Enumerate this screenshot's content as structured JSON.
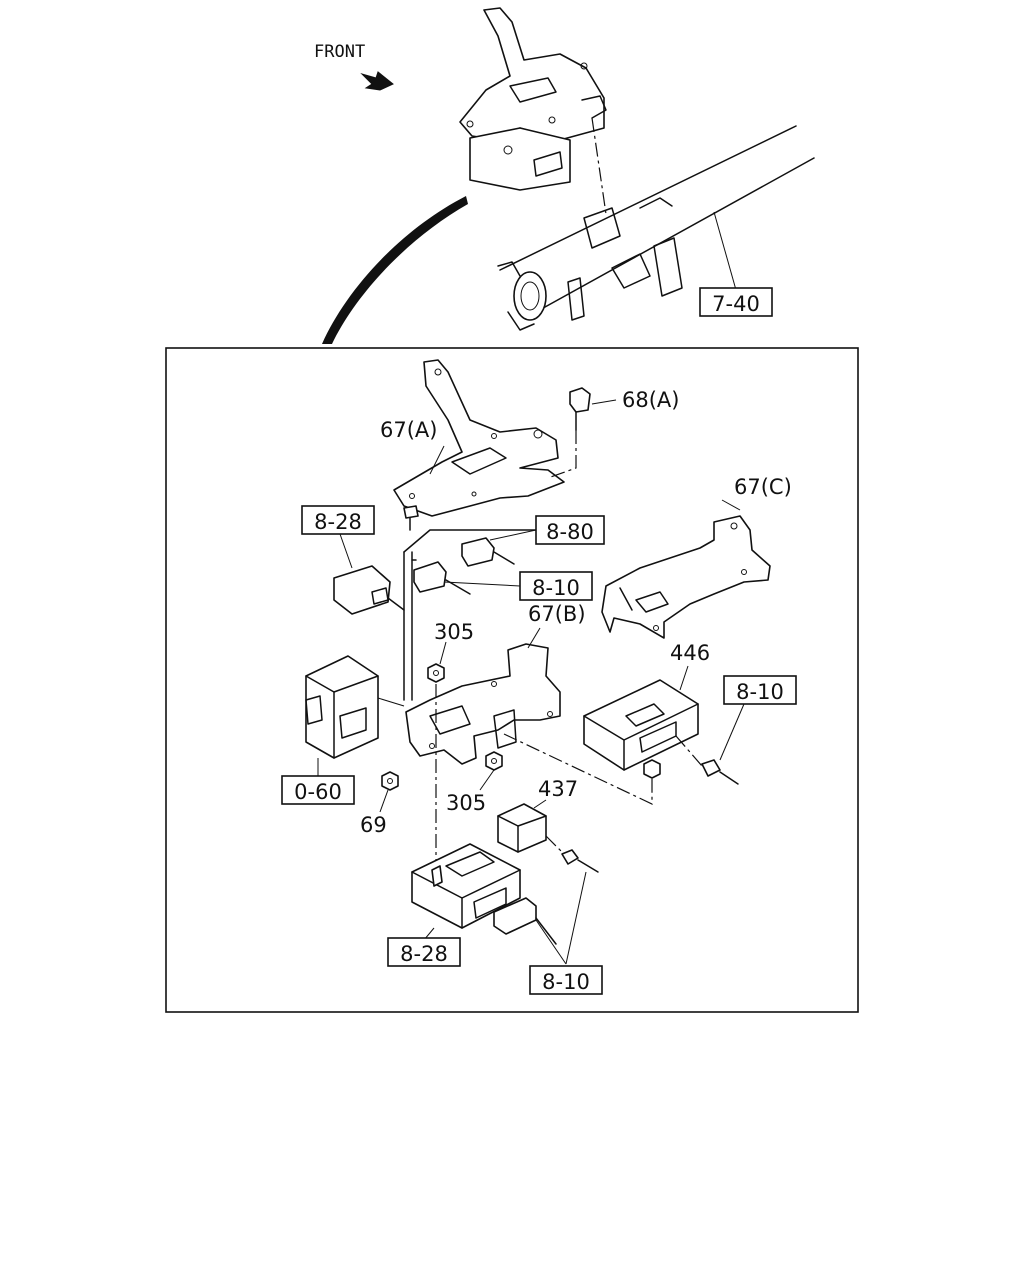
{
  "orientation": {
    "label": "FRONT"
  },
  "callouts": {
    "overview_ref": "7-40",
    "bracket_a": "67(A)",
    "bolt_a": "68(A)",
    "bracket_c": "67(C)",
    "bracket_b": "67(B)",
    "ref_828_top": "8-28",
    "ref_880": "8-80",
    "ref_810_mid": "8-10",
    "nut_305_top": "305",
    "nut_305_bottom": "305",
    "module_446": "446",
    "ref_810_right": "8-10",
    "ref_060": "0-60",
    "screw_69": "69",
    "relay_437": "437",
    "ref_828_bottom": "8-28",
    "ref_810_bottom": "8-10"
  }
}
